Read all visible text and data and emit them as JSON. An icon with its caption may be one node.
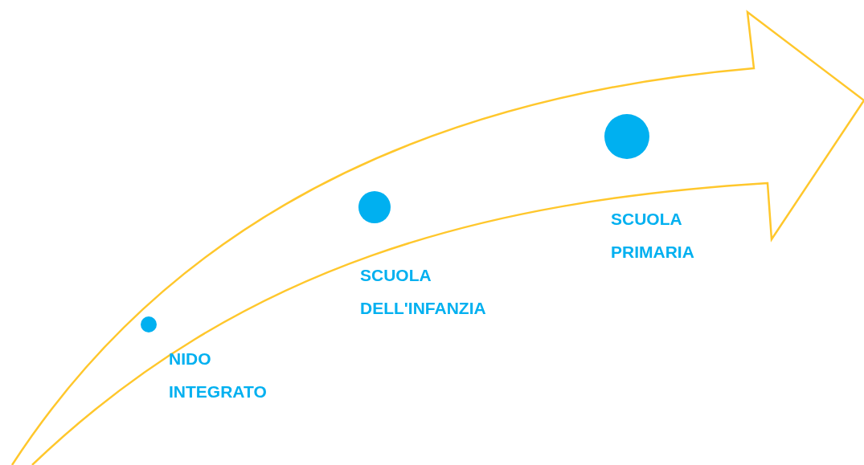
{
  "diagram": {
    "nodes": [
      {
        "text": [],
        "shape": "circle",
        "beside": [
          "NIDO INTEGRATO"
        ]
      },
      {
        "text": [],
        "shape": "circle",
        "beside": [
          "SCUOLA DELL'INFANZIA"
        ]
      },
      {
        "text": [],
        "shape": "circle",
        "beside": [
          "SCUOLA PRIMARIA"
        ]
      }
    ]
  }
}
